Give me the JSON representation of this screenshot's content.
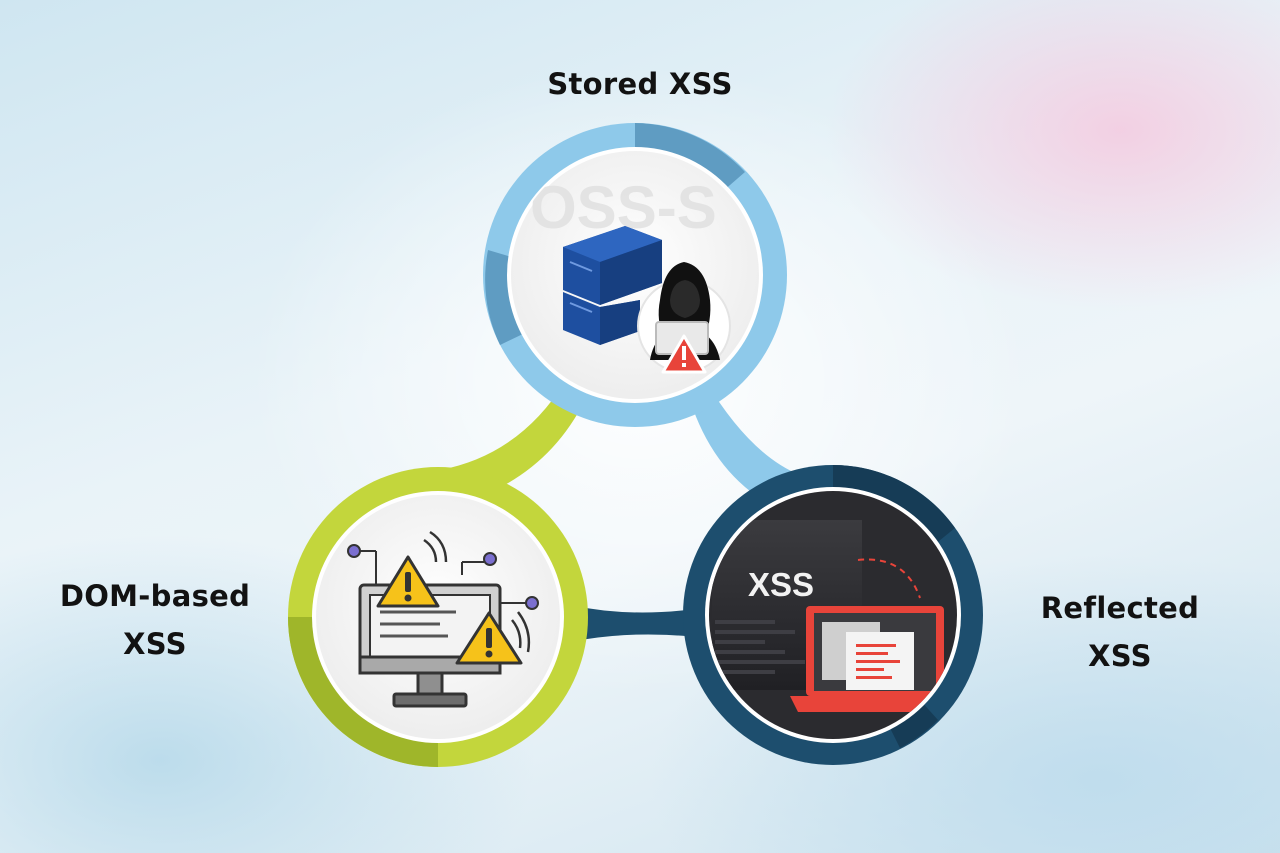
{
  "nodes": {
    "stored": {
      "title": "Stored XSS"
    },
    "dom": {
      "line1": "DOM-based",
      "line2": "XSS"
    },
    "reflected": {
      "line1": "Reflected",
      "line2": "XSS",
      "screen_text": "XSS"
    }
  },
  "colors": {
    "stored_ring": "#8ec9ea",
    "stored_ring_dark": "#5f9cc2",
    "dom_ring": "#c3d63c",
    "dom_ring_dark": "#9fb62a",
    "reflected_ring": "#1d4e6e",
    "reflected_ring_dark": "#163c56",
    "server_blue": "#1e4fa0",
    "warning_yellow": "#f6c21a",
    "alert_red": "#e8443a"
  },
  "icons": {
    "stored": "database-server-hacker-icon",
    "dom": "monitor-warning-icon",
    "reflected": "laptop-xss-icon"
  }
}
